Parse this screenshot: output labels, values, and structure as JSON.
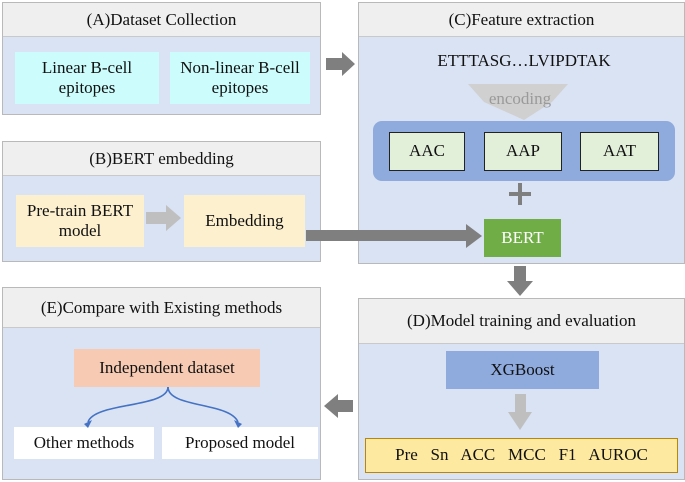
{
  "panels": {
    "a": {
      "title": "(A)Dataset Collection",
      "items": [
        "Linear B-cell epitopes",
        "Non-linear B-cell epitopes"
      ]
    },
    "b": {
      "title": "(B)BERT embedding",
      "items": [
        "Pre-train BERT model",
        "Embedding"
      ]
    },
    "c": {
      "title": "(C)Feature extraction",
      "sequence": "ETTTASG…LVIPDTAK",
      "encoding": "encoding",
      "features": [
        "AAC",
        "AAP",
        "AAT"
      ],
      "plus": "+",
      "bert": "BERT"
    },
    "d": {
      "title": "(D)Model training and evaluation",
      "model": "XGBoost",
      "metrics": "Pre   Sn   ACC   MCC   F1   AUROC"
    },
    "e": {
      "title": "(E)Compare with Existing methods",
      "dataset": "Independent dataset",
      "left": "Other methods",
      "right": "Proposed  model"
    }
  },
  "colors": {
    "panel_bg": "#dae3f3",
    "arrow_gray": "#7f7f7f",
    "curve_blue": "#4472c4"
  }
}
